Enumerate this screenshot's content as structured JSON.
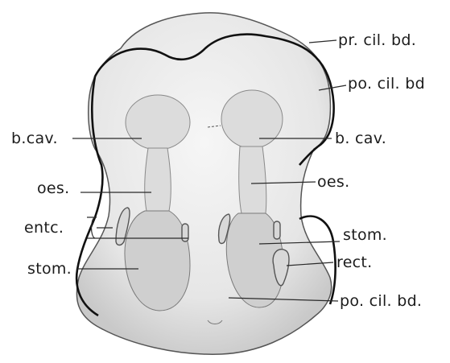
{
  "figure": {
    "background": "#ffffff",
    "ink_color": "#111111",
    "labels": {
      "pr_cil_bd": "pr. cil. bd.",
      "po_cil_bd_upper": "po. cil. bd",
      "b_cav_left": "b.cav.",
      "b_cav_right": "b. cav.",
      "oes_left": "oes.",
      "oes_right": "oes.",
      "entc": "entc.",
      "stom_left": "stom.",
      "stom_right": "stom.",
      "rect": "rect.",
      "po_cil_bd_lower": "po. cil. bd."
    }
  }
}
